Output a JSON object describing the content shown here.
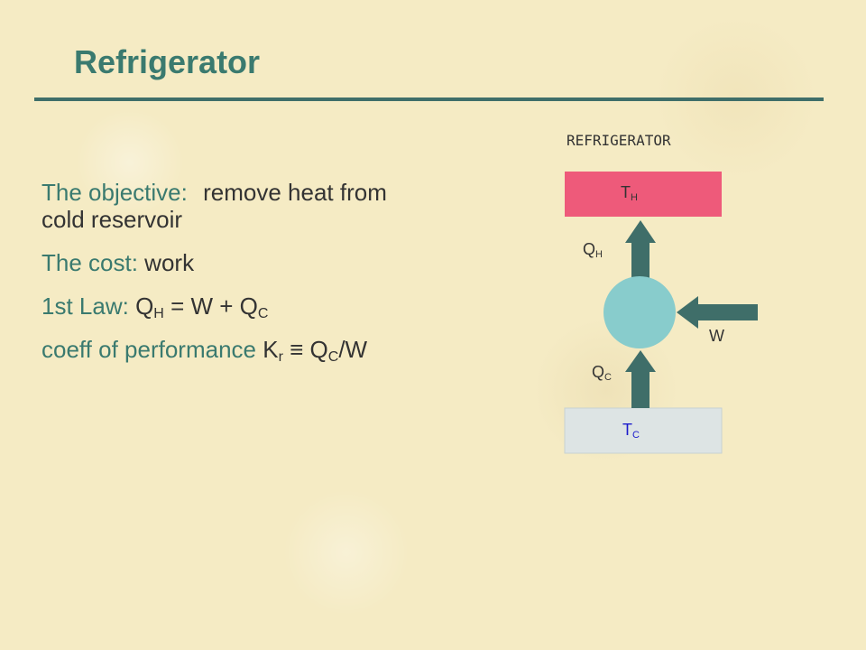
{
  "slide": {
    "title": "Refrigerator",
    "lines": {
      "objective_label": "The objective:",
      "objective_value_1": "remove heat from",
      "objective_value_2": "cold reservoir",
      "cost_label": "The cost:",
      "cost_value": "work",
      "law_label": "1st Law:",
      "law_q": "Q",
      "law_h": "H",
      "law_eq": " = W + Q",
      "law_c": "C",
      "coeff_label": "coeff of performance",
      "coeff_k": "K",
      "coeff_r": "r",
      "coeff_rest": " ≡ Q",
      "coeff_c": "C",
      "coeff_tail": "/W"
    }
  },
  "diagram": {
    "caption": "REFRIGERATOR",
    "hot_reservoir": {
      "letter": "T",
      "sub": "H",
      "color": "#ee5a7a"
    },
    "cold_reservoir": {
      "letter": "T",
      "sub": "C",
      "color": "#dde4e4"
    },
    "heat_hot": {
      "letter": "Q",
      "sub": "H"
    },
    "heat_cold": {
      "letter": "Q",
      "sub": "C"
    },
    "work": "W",
    "engine_color": "#88cccc",
    "arrow_color": "#3f6e69",
    "hot_text_color": "#333333",
    "cold_text_color": "#1b1bcc"
  }
}
